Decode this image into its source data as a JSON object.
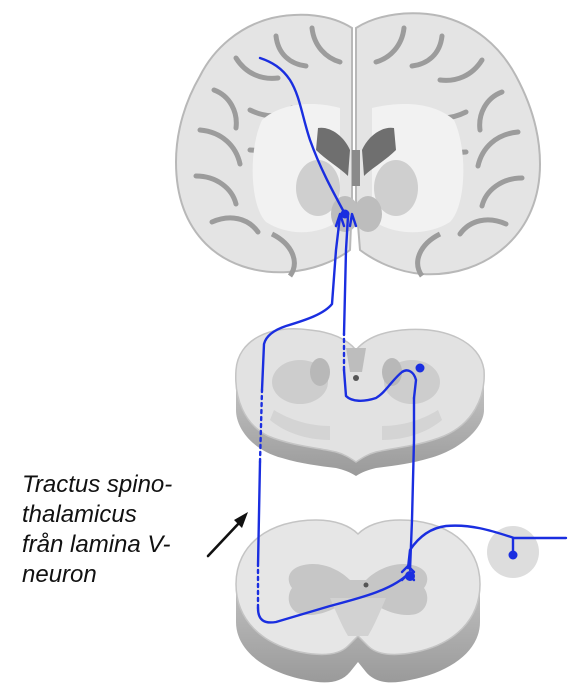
{
  "caption": {
    "lines": [
      "Tractus spino-",
      "thalamicus",
      "från lamina V-",
      "neuron"
    ]
  },
  "colors": {
    "pathway": "#1a2ee0",
    "tissue_light": "#e6e6e6",
    "tissue_mid": "#cfcfcf",
    "tissue_dark": "#a9a9a9",
    "ventricle": "#6f6f6f",
    "arrow": "#111111",
    "ganglion": "#dddddd"
  },
  "icons": {
    "brain": "brain-coronal-section-icon",
    "brainstem": "brainstem-section-icon",
    "spinal_cord": "spinal-cord-section-icon",
    "ganglion": "dorsal-root-ganglion-icon",
    "arrow": "pointer-arrow-icon"
  }
}
